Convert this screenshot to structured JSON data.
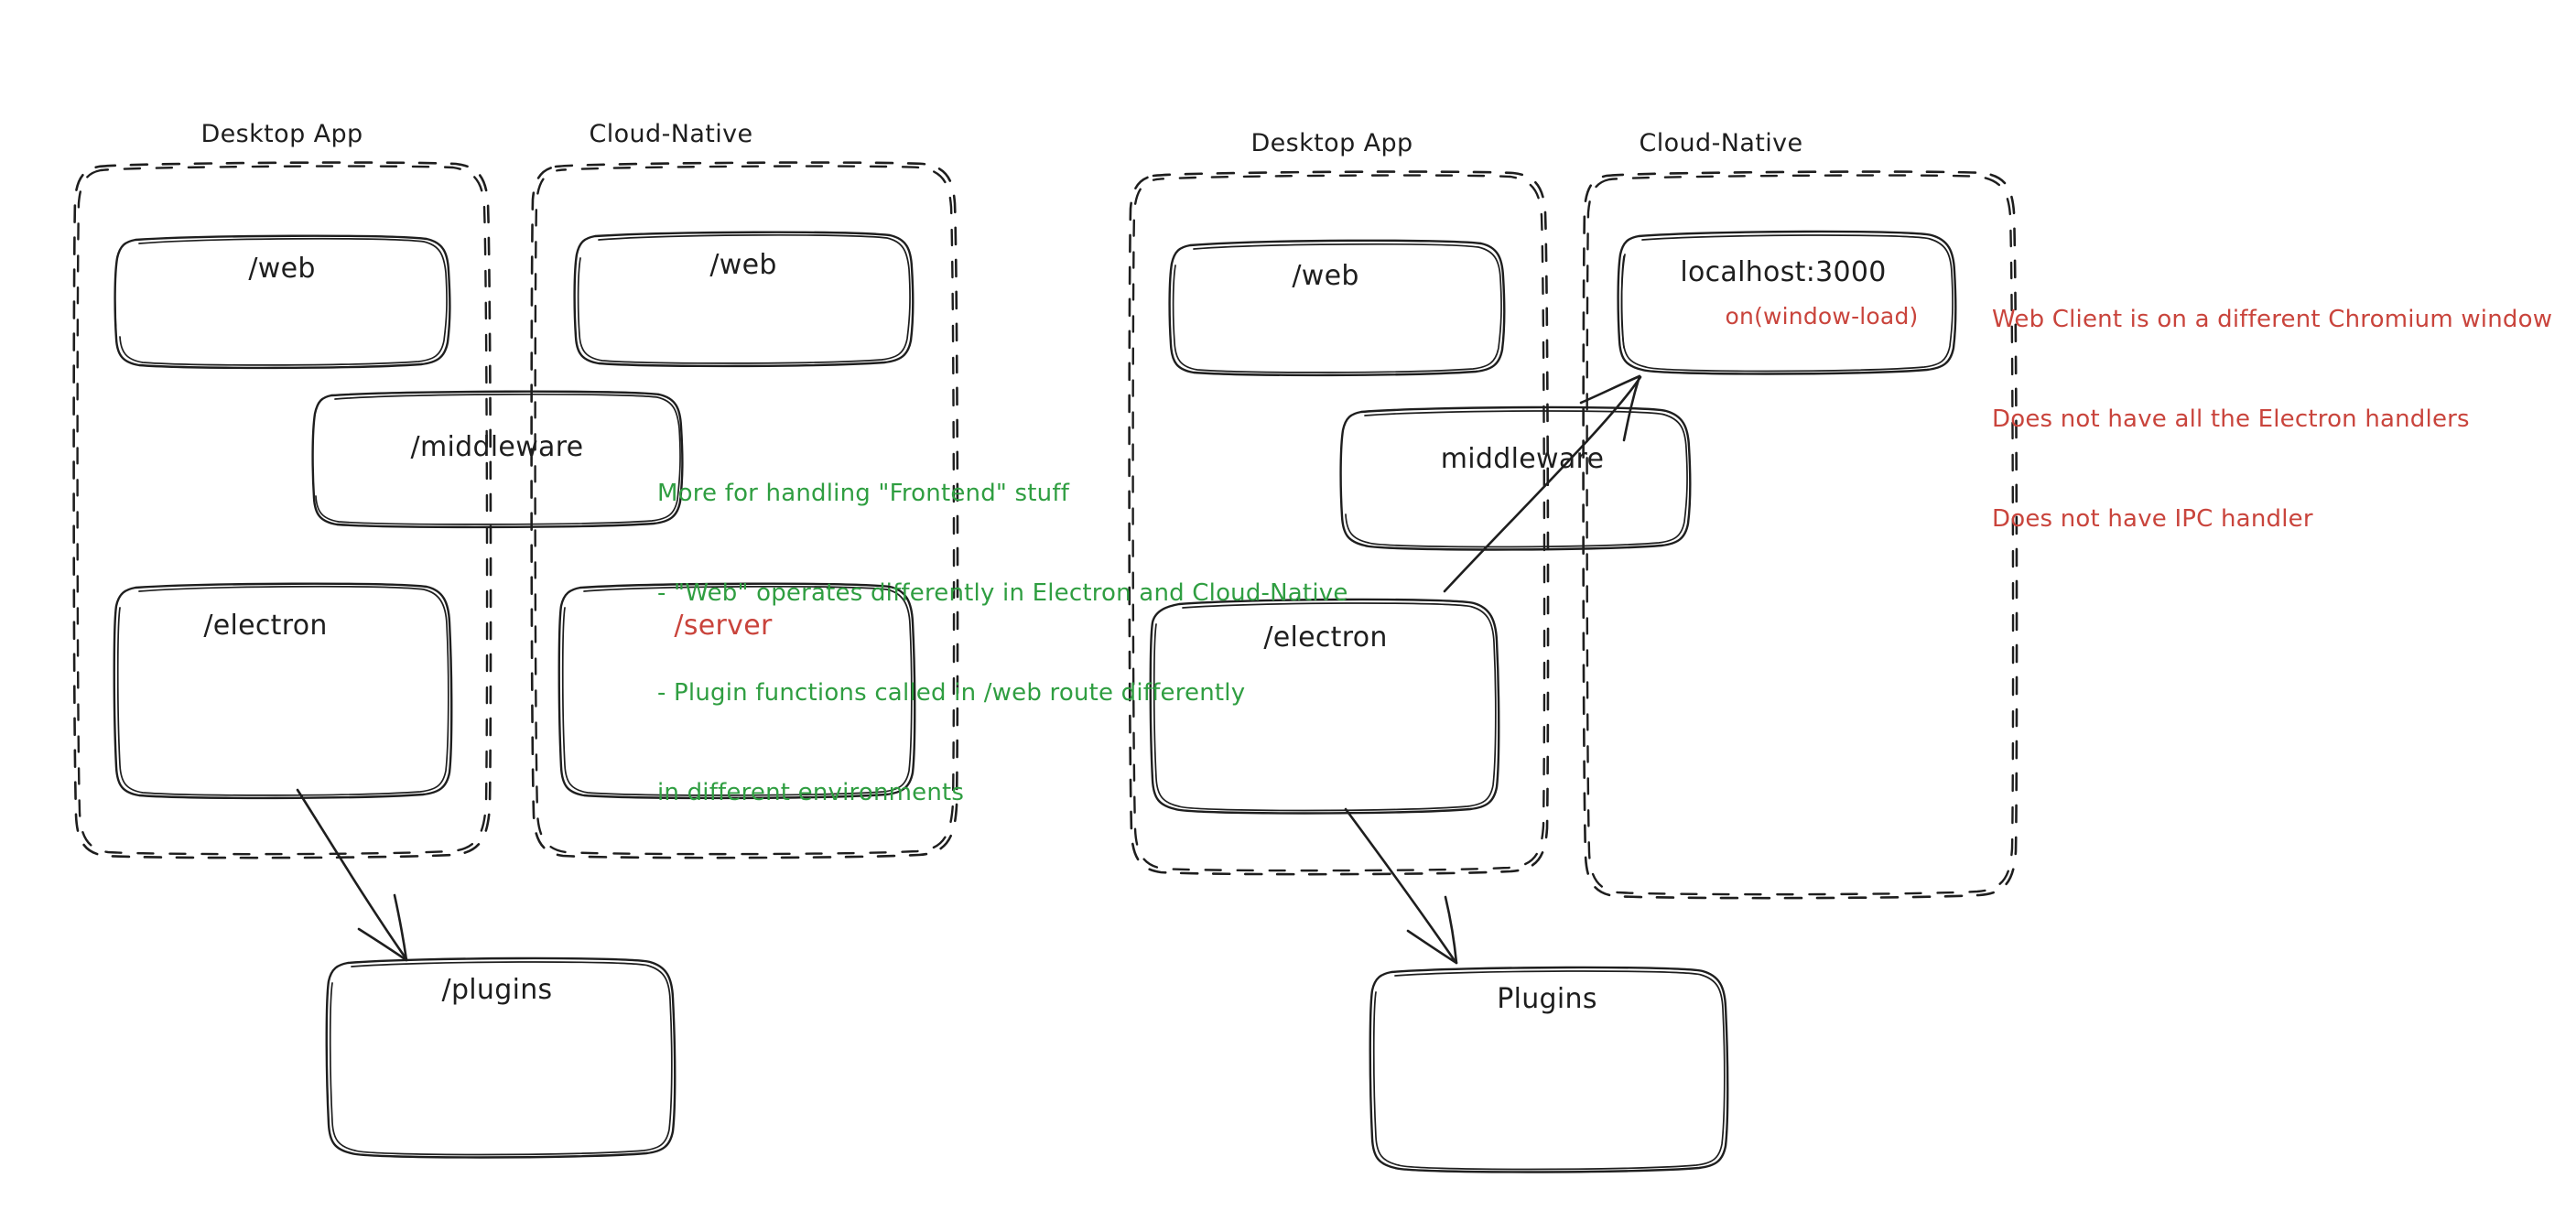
{
  "diagram": {
    "style": "hand-drawn-excalidraw",
    "background": "#ffffff",
    "colors": {
      "stroke": "#1e1e1e",
      "text": "#1e1e1e",
      "green": "#2f9e41",
      "red": "#c9443c"
    }
  },
  "left_panel": {
    "groups": [
      {
        "title": "Desktop App"
      },
      {
        "title": "Cloud-Native"
      }
    ],
    "nodes": [
      {
        "label": "/web",
        "color": "#1e1e1e"
      },
      {
        "label": "/web",
        "color": "#1e1e1e"
      },
      {
        "label": "/middleware",
        "color": "#1e1e1e"
      },
      {
        "label": "/electron",
        "color": "#1e1e1e"
      },
      {
        "label": "/server",
        "color": "#c9443c"
      },
      {
        "label": "/plugins",
        "color": "#1e1e1e"
      }
    ],
    "annotation": {
      "color": "#2f9e41",
      "lines": [
        "More for handling \"Frontend\" stuff",
        "- \"Web\" operates differently in Electron and Cloud-Native",
        "- Plugin functions called in /web route differently",
        "in different environments"
      ]
    }
  },
  "right_panel": {
    "groups": [
      {
        "title": "Desktop App"
      },
      {
        "title": "Cloud-Native"
      }
    ],
    "nodes": [
      {
        "label": "/web",
        "color": "#1e1e1e"
      },
      {
        "label": "localhost:3000",
        "color": "#1e1e1e",
        "sub": "on(window-load)",
        "sub_color": "#c9443c"
      },
      {
        "label": "middleware",
        "color": "#1e1e1e"
      },
      {
        "label": "/electron",
        "color": "#1e1e1e"
      },
      {
        "label": "Plugins",
        "color": "#1e1e1e"
      }
    ],
    "annotation": {
      "color": "#c9443c",
      "lines": [
        "Web Client is on a different Chromium window",
        "Does not have all the Electron handlers",
        "Does not have IPC handler"
      ]
    }
  },
  "connectors": [
    {
      "from": "left-/electron",
      "to": "left-/plugins",
      "type": "arrow"
    },
    {
      "from": "right-/electron",
      "to": "right-Plugins",
      "type": "arrow"
    },
    {
      "from": "right-/electron",
      "to": "right-localhost3000",
      "type": "arrow"
    }
  ]
}
